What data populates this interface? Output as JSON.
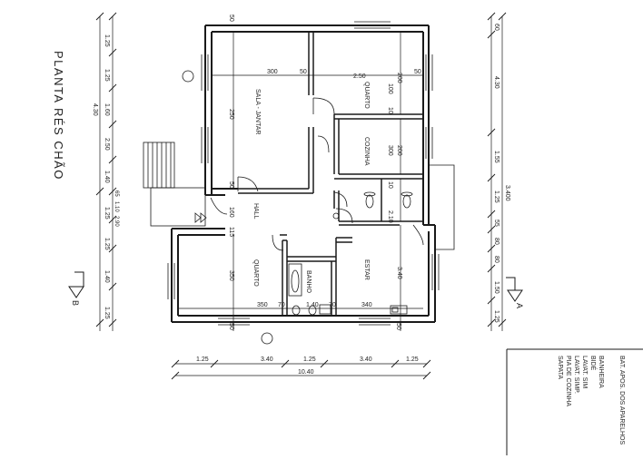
{
  "title": "PLANTA RÉS CHÃO",
  "rooms": {
    "sala": "SALA - JANTAR",
    "quarto_top": "QUARTO",
    "cozinha": "COZINHA",
    "hall": "HALL",
    "quarto_bottom": "QUARTO",
    "banho": "BANHO",
    "estar": "ESTAR"
  },
  "left_chain": [
    "1.25",
    "1.25",
    "1.60",
    "2.50",
    "1.40",
    "1.25",
    "1.25",
    "1.40",
    "1.25"
  ],
  "left_chain_small": [
    "65",
    "1.10",
    "2.90"
  ],
  "left_total": "4.30",
  "right_chain": [
    "60",
    "4.30",
    "1.55",
    "1.25",
    "55",
    "80",
    "80",
    "1.50",
    "1.25"
  ],
  "right_total": "3.400",
  "bottom_chain": [
    "1.25",
    "3.40",
    "1.25",
    "3.40",
    "1.25"
  ],
  "bottom_total": "10.40",
  "interior_dims": {
    "d300": "300",
    "d50a": "50",
    "d250": "2.50",
    "d50b": "50",
    "d100": "100",
    "d10": "10",
    "d200a": "200",
    "d250v": "250",
    "d300v": "300",
    "d200b": "200",
    "d50c": "50",
    "d160": "160",
    "d115": "115",
    "d10b": "10",
    "d210": "2.10",
    "d350v": "350",
    "d340v": "3.40",
    "d350h": "350",
    "d70a": "70",
    "d140": "1.40",
    "d70b": "70",
    "d340h": "340",
    "d50top": "50",
    "d50bot": "50",
    "d50bot2": "50"
  },
  "sections": {
    "a": "A",
    "b": "B"
  },
  "legend": {
    "heading": "BAT. APOS. DOS APARELHOS",
    "items": [
      "BANHEIRA",
      "BIDÉ",
      "LAVAT. SIM",
      "LAVAT. SIMP.",
      "PIA DE COZINHA",
      "SAPATA"
    ]
  }
}
